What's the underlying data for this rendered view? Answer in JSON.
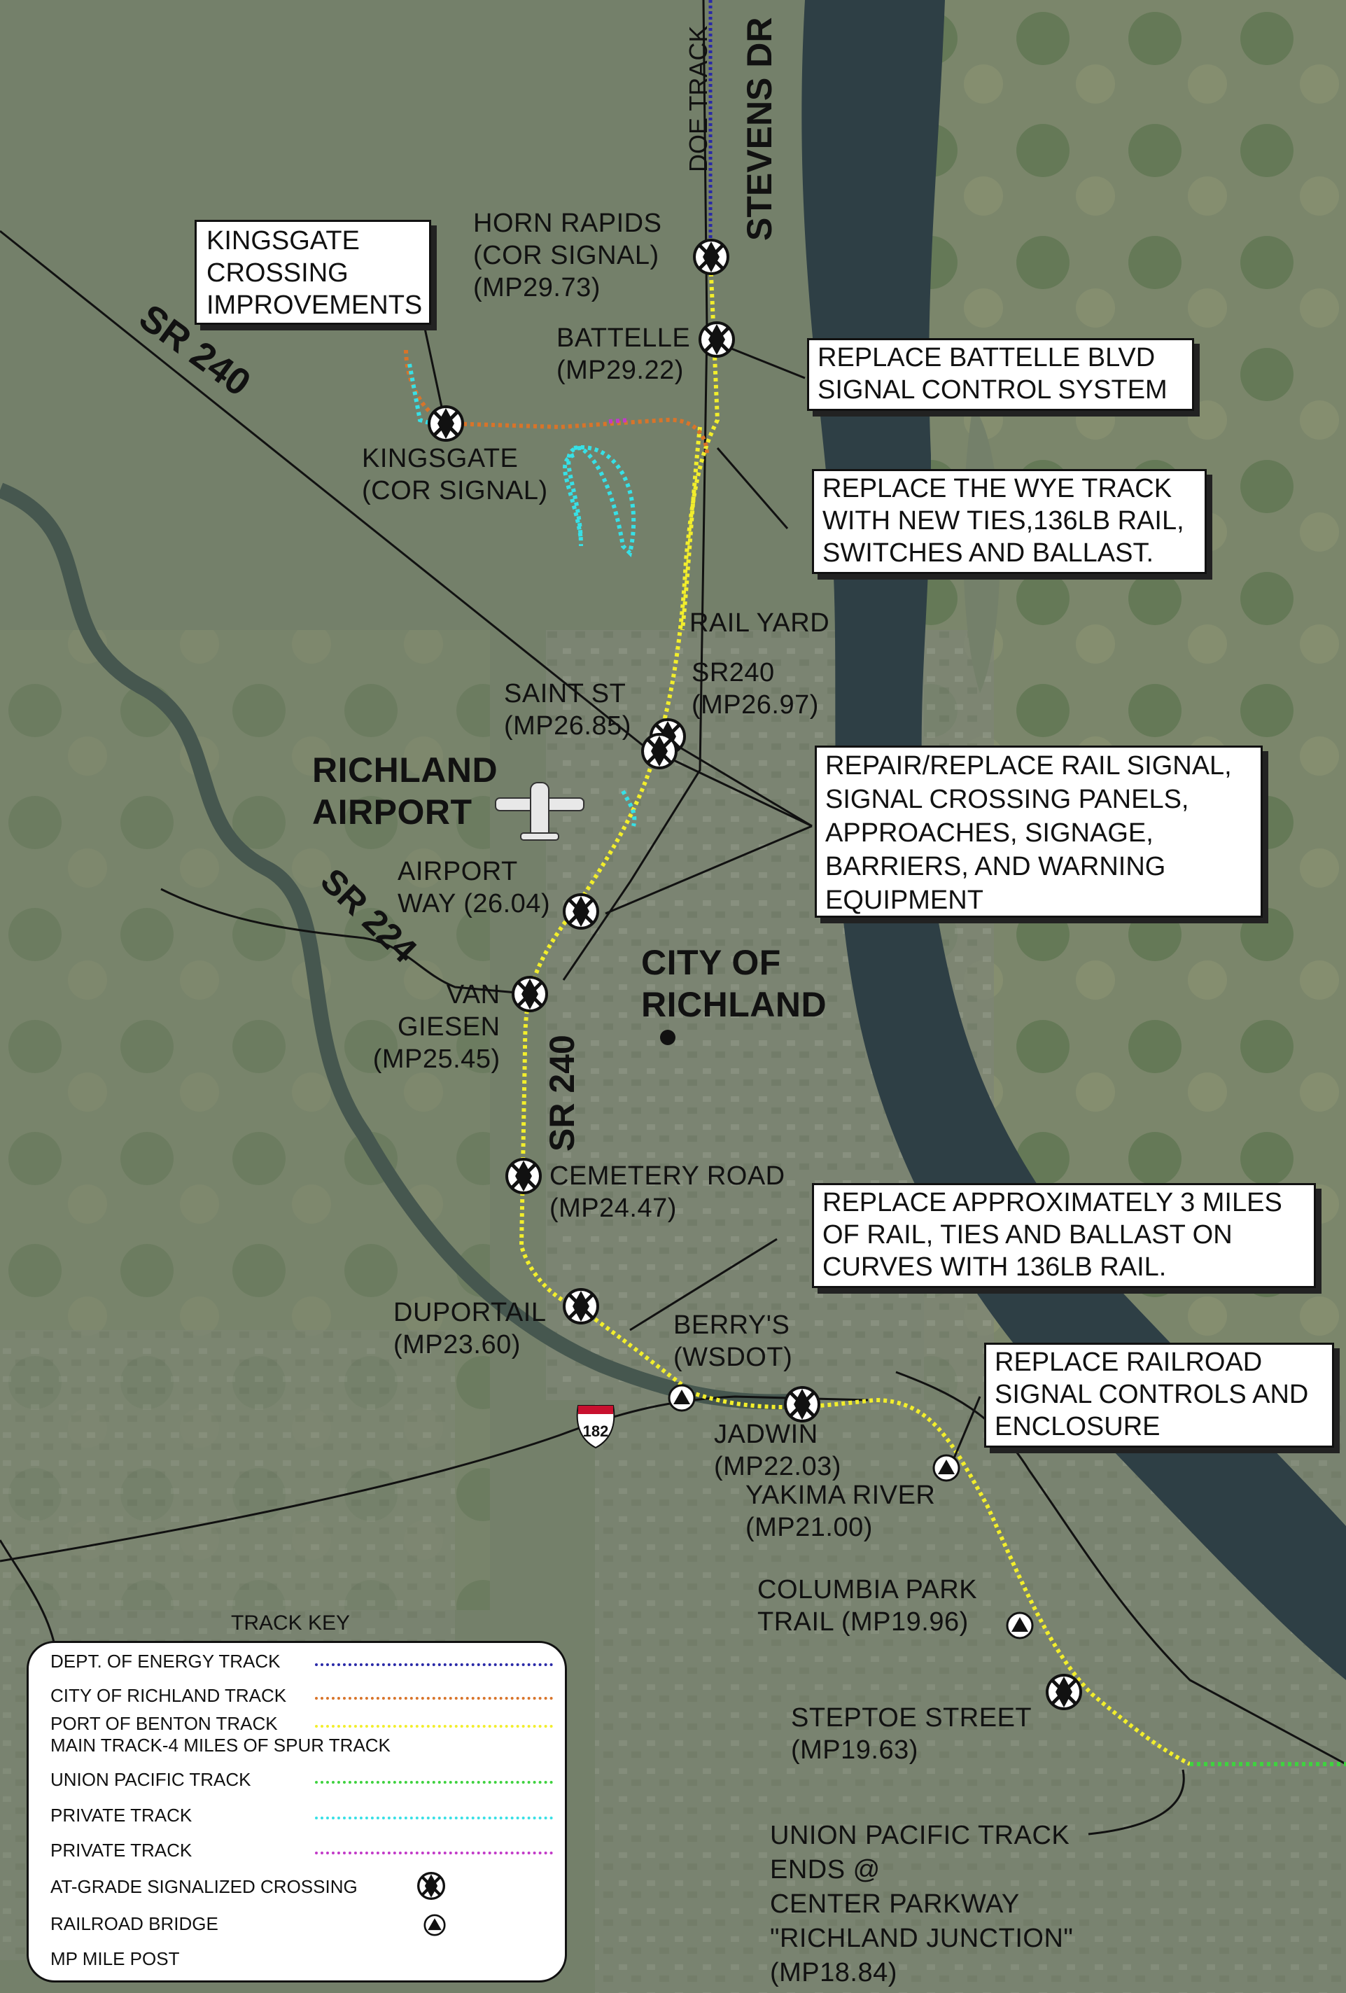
{
  "map": {
    "colors": {
      "doe_track": "#2a2aa8",
      "city_track": "#d8742a",
      "port_track": "#f2ee2c",
      "union_pacific": "#3fd23f",
      "private_cyan": "#37e0e6",
      "private_magenta": "#c23ac8",
      "water": "#2e3f45",
      "river_edge": "#46574f"
    },
    "roads": {
      "sr240_top": "SR 240",
      "sr240_mid": "SR 240",
      "sr224": "SR 224",
      "stevens_dr": "STEVENS DR",
      "doe_track": "DOE TRACK",
      "i182_shield": "182"
    },
    "places": {
      "richland_airport": [
        "RICHLAND",
        "AIRPORT"
      ],
      "city_of_richland": [
        "CITY OF",
        "RICHLAND"
      ],
      "rail_yard": "RAIL YARD"
    },
    "crossings": [
      {
        "name": "horn-rapids",
        "lines": [
          "HORN RAPIDS",
          "(COR SIGNAL)",
          "(MP29.73)"
        ]
      },
      {
        "name": "battelle",
        "lines": [
          "BATTELLE",
          "(MP29.22)"
        ]
      },
      {
        "name": "kingsgate",
        "lines": [
          "KINGSGATE",
          "(COR SIGNAL)"
        ]
      },
      {
        "name": "sr240",
        "lines": [
          "SR240",
          "(MP26.97)"
        ]
      },
      {
        "name": "saint-st",
        "lines": [
          "SAINT ST",
          "(MP26.85)"
        ]
      },
      {
        "name": "airport-way",
        "lines": [
          "AIRPORT",
          "WAY (26.04)"
        ]
      },
      {
        "name": "van-giesen",
        "lines": [
          "VAN",
          "GIESEN",
          "(MP25.45)"
        ]
      },
      {
        "name": "cemetery-road",
        "lines": [
          "CEMETERY ROAD",
          "(MP24.47)"
        ]
      },
      {
        "name": "duportail",
        "lines": [
          "DUPORTAIL",
          "(MP23.60)"
        ]
      },
      {
        "name": "berrys",
        "lines": [
          "BERRY'S",
          "(WSDOT)"
        ]
      },
      {
        "name": "jadwin",
        "lines": [
          "JADWIN",
          "(MP22.03)"
        ]
      },
      {
        "name": "yakima-river",
        "lines": [
          "YAKIMA RIVER",
          "(MP21.00)"
        ]
      },
      {
        "name": "columbia-park-trail",
        "lines": [
          "COLUMBIA PARK",
          "TRAIL (MP19.96)"
        ]
      },
      {
        "name": "steptoe-street",
        "lines": [
          "STEPTOE STREET",
          "(MP19.63)"
        ]
      },
      {
        "name": "union-pacific-end",
        "lines": [
          "UNION PACIFIC TRACK",
          "ENDS @",
          "CENTER PARKWAY",
          "\"RICHLAND JUNCTION\"",
          "(MP18.84)"
        ]
      }
    ],
    "callouts": [
      {
        "name": "kingsgate-crossing",
        "lines": [
          "KINGSGATE",
          "CROSSING",
          "IMPROVEMENTS"
        ]
      },
      {
        "name": "battelle-signal",
        "lines": [
          "REPLACE BATTELLE BLVD",
          "SIGNAL CONTROL SYSTEM"
        ]
      },
      {
        "name": "wye-track",
        "lines": [
          "REPLACE THE WYE TRACK",
          "WITH NEW TIES,136LB RAIL,",
          "SWITCHES AND BALLAST."
        ]
      },
      {
        "name": "rail-signal",
        "lines": [
          "REPAIR/REPLACE RAIL SIGNAL,",
          "SIGNAL CROSSING PANELS,",
          "APPROACHES, SIGNAGE,",
          "BARRIERS, AND WARNING",
          "EQUIPMENT"
        ]
      },
      {
        "name": "rail-ties",
        "lines": [
          "REPLACE APPROXIMATELY 3 MILES",
          "OF RAIL, TIES AND BALLAST ON",
          "CURVES WITH 136LB RAIL."
        ]
      },
      {
        "name": "signal-controls",
        "lines": [
          "REPLACE RAILROAD",
          "SIGNAL CONTROLS AND",
          "ENCLOSURE"
        ]
      }
    ]
  },
  "track_key": {
    "title": "TRACK KEY",
    "rows": [
      {
        "label": "DEPT. OF ENERGY TRACK",
        "color": "#2a2aa8"
      },
      {
        "label": "CITY OF RICHLAND TRACK",
        "color": "#d8742a"
      },
      {
        "label": "PORT OF BENTON TRACK",
        "color": "#f2ee2c"
      },
      {
        "label": "MAIN TRACK-4 MILES OF SPUR TRACK",
        "color": ""
      },
      {
        "label": "UNION PACIFIC TRACK",
        "color": "#3fd23f"
      },
      {
        "label": "PRIVATE TRACK",
        "color": "#37e0e6"
      },
      {
        "label": "PRIVATE TRACK",
        "color": "#c23ac8"
      },
      {
        "label": "AT-GRADE SIGNALIZED CROSSING",
        "symbol": "crossing-icon"
      },
      {
        "label": "RAILROAD BRIDGE",
        "symbol": "bridge-icon"
      },
      {
        "label": "MP MILE POST",
        "symbol": ""
      }
    ]
  }
}
